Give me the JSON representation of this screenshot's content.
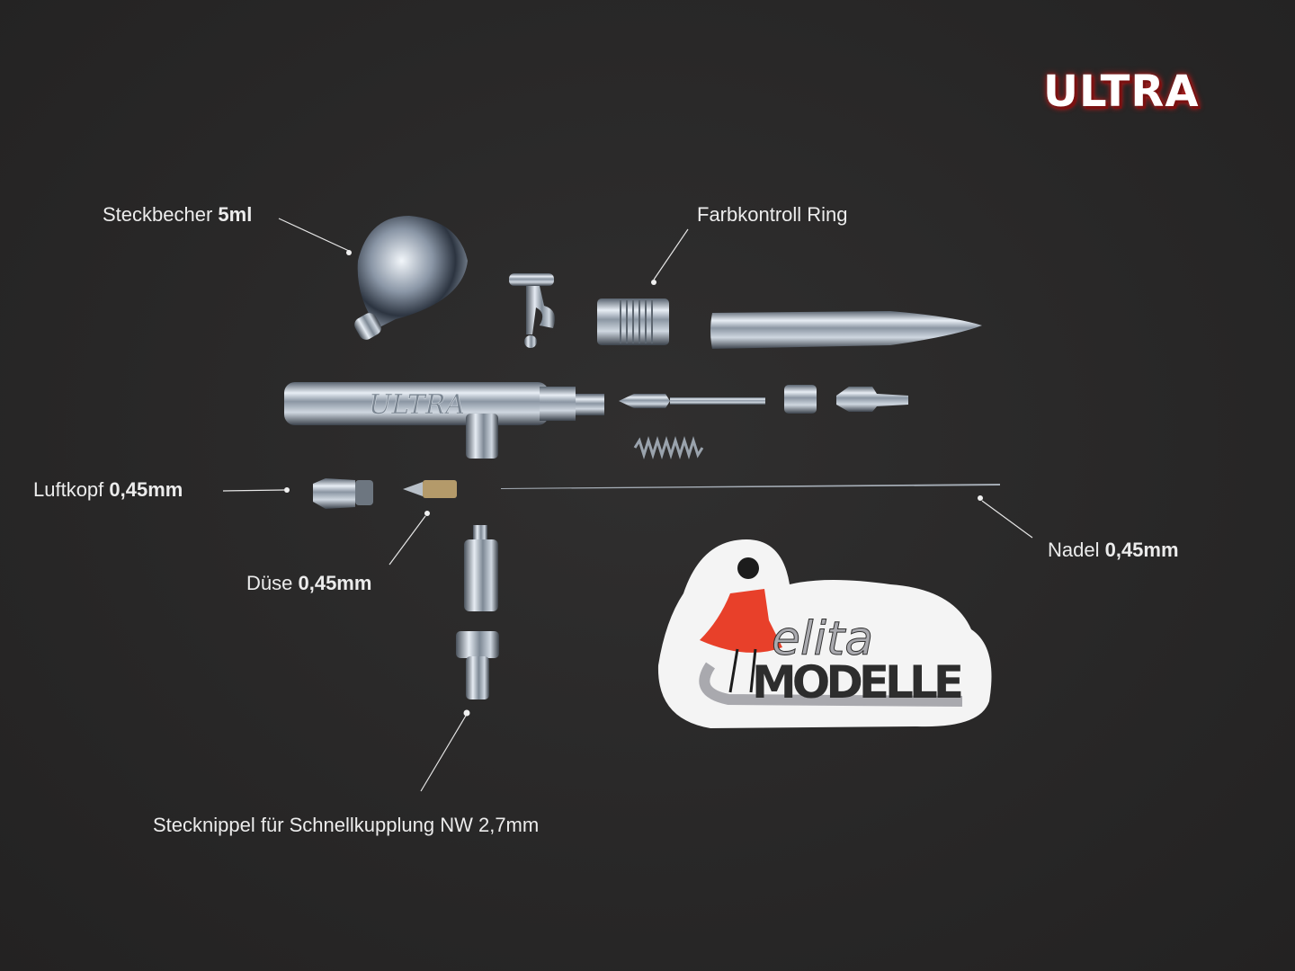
{
  "brand_title": "ULTRA",
  "labels": {
    "cup": {
      "text": "Steckbecher ",
      "bold": "5ml"
    },
    "ring": {
      "text": "Farbkontroll Ring",
      "bold": ""
    },
    "aircap": {
      "text": "Luftkopf ",
      "bold": "0,45mm"
    },
    "nozzle": {
      "text": "Düse ",
      "bold": "0,45mm"
    },
    "needle": {
      "text": "Nadel ",
      "bold": "0,45mm"
    },
    "nipple": {
      "text": "Stecknippel für Schnellkupplung NW 2,7mm",
      "bold": ""
    }
  },
  "body_engraving": "ULTRA",
  "sticker": {
    "script": "elita",
    "word": "MODELLE"
  },
  "colors": {
    "background": "#2a2929",
    "label_text": "#ececec",
    "brand_glow": "#d42020",
    "sticker_red": "#e8402a",
    "sticker_gray": "#a9a9ae"
  }
}
